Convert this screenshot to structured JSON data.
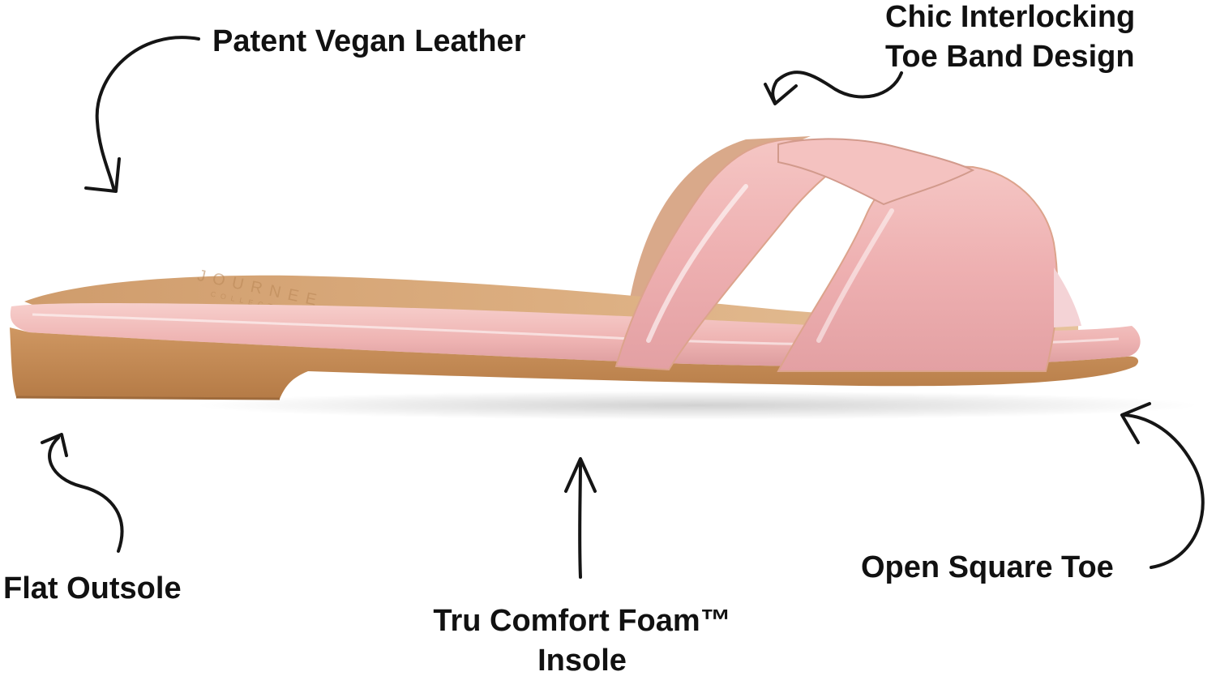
{
  "callouts": {
    "patent_vegan_leather": "Patent Vegan Leather",
    "toe_band_line1": "Chic Interlocking",
    "toe_band_line2": "Toe Band Design",
    "flat_outsole": "Flat Outsole",
    "insole_line1": "Tru Comfort Foam™",
    "insole_line2": "Insole",
    "open_square_toe": "Open Square Toe"
  },
  "footbed_brand": "JOURNEE",
  "footbed_brand_sub": "COLLECTION",
  "colors": {
    "strap_pink": "#f0b5b5",
    "strap_shadow": "#d99a9c",
    "footbed_tan": "#d5a677",
    "sole_tan": "#c48a55",
    "text": "#111111",
    "background": "#ffffff"
  }
}
